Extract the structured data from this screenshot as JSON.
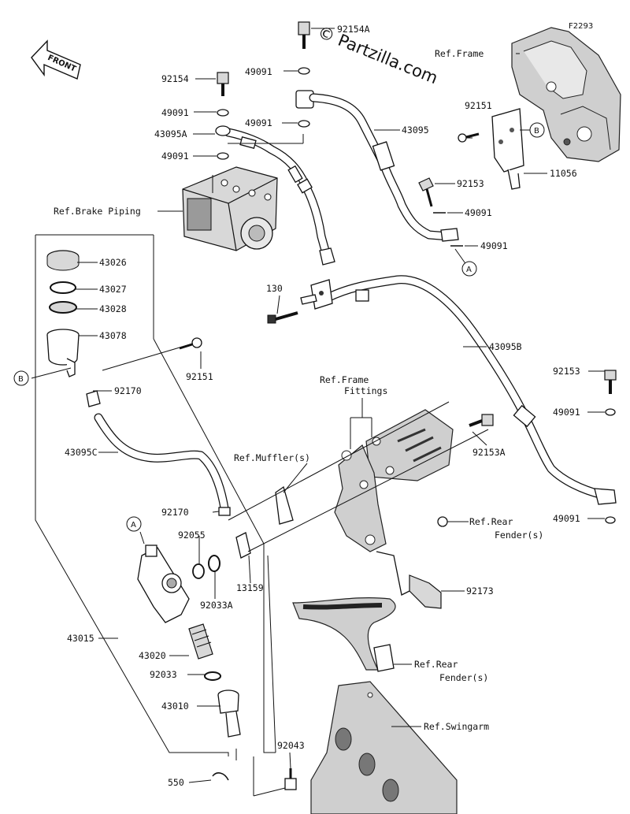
{
  "diagram_code": "F2293",
  "watermark": "© Partzilla.com",
  "front_label": "FRONT",
  "refs": {
    "frame": "Ref.Frame",
    "brake_piping": "Ref.Brake Piping",
    "frame_fittings": "Ref.Frame\nFittings",
    "muffler": "Ref.Muffler(s)",
    "rear_fender_1": "Ref.Rear\nFender(s)",
    "rear_fender_2": "Ref.Rear\nFender(s)",
    "swingarm": "Ref.Swingarm"
  },
  "callouts": {
    "A": "A",
    "B": "B"
  },
  "parts": {
    "p92154A": "92154A",
    "p49091_a": "49091",
    "p92154": "92154",
    "p49091_b": "49091",
    "p43095A": "43095A",
    "p49091_c": "49091",
    "p49091_d": "49091",
    "p43095": "43095",
    "p92151_a": "92151",
    "p11056": "11056",
    "p92153_a": "92153",
    "p49091_e": "49091",
    "p49091_f": "49091",
    "p43026": "43026",
    "p43027": "43027",
    "p43028": "43028",
    "p43078": "43078",
    "p130": "130",
    "p43095B": "43095B",
    "p92151_b": "92151",
    "p92170_a": "92170",
    "p92153_b": "92153",
    "p49091_g": "49091",
    "p43095C": "43095C",
    "p92153A": "92153A",
    "p92170_b": "92170",
    "p92055": "92055",
    "p49091_h": "49091",
    "p13159": "13159",
    "p92033A": "92033A",
    "p92173": "92173",
    "p43015": "43015",
    "p43020": "43020",
    "p92033": "92033",
    "p43010": "43010",
    "p92043": "92043",
    "p550": "550"
  }
}
